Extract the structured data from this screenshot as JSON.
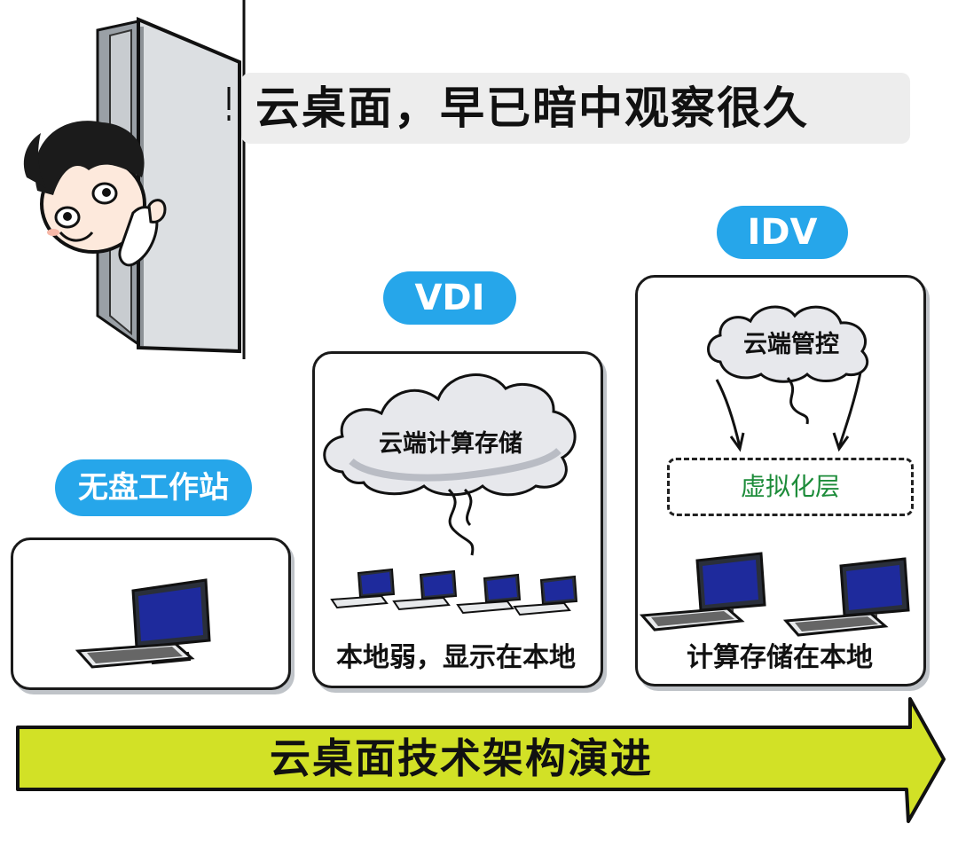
{
  "headline": "云桌面，早已暗中观察很久",
  "stages": {
    "diskless": {
      "label": "无盘工作站"
    },
    "vdi": {
      "label": "VDI",
      "cloud": "云端计算存储",
      "caption": "本地弱，显示在本地"
    },
    "idv": {
      "label": "IDV",
      "cloud": "云端管控",
      "layer": "虚拟化层",
      "caption": "计算存储在本地"
    }
  },
  "timeline": {
    "label": "云桌面技术架构演进"
  },
  "colors": {
    "pill": "#26a6ea",
    "arrow_fill": "#d2e126",
    "screen": "#1e2a9c",
    "layer_text": "#1d8c3a"
  },
  "icons": [
    "cartoon-man-peeking",
    "door",
    "cloud",
    "computer"
  ]
}
